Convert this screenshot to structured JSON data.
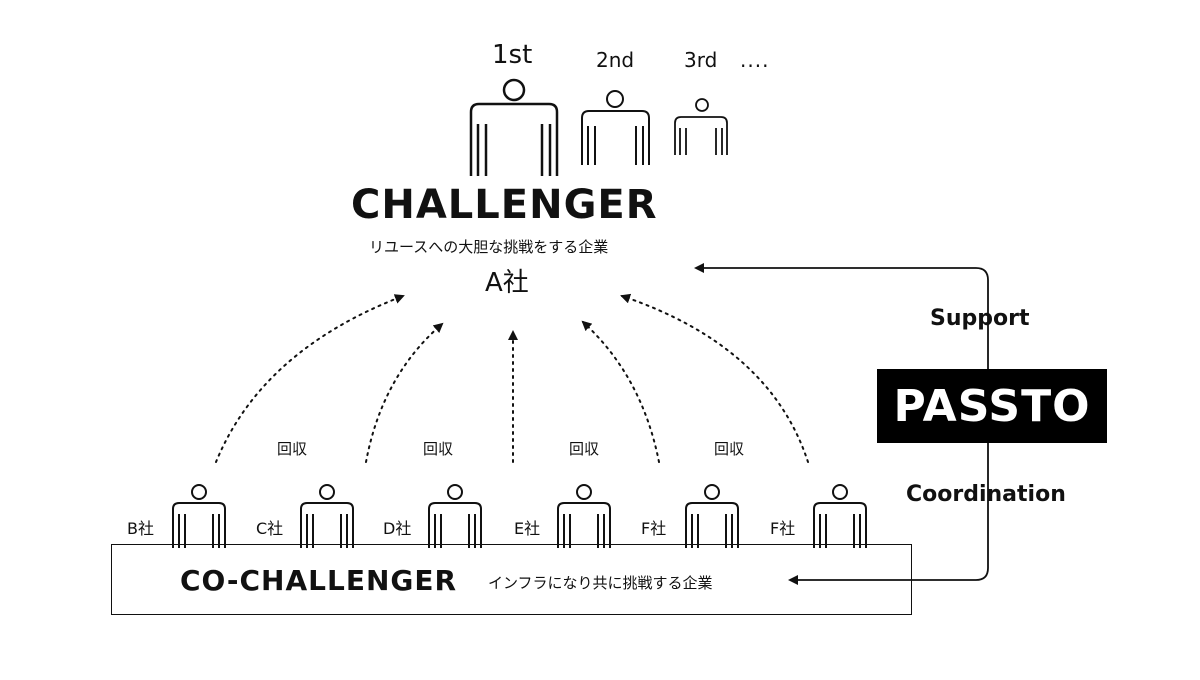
{
  "ranks": [
    "1st",
    "2nd",
    "3rd",
    "...."
  ],
  "challenger": {
    "title": "CHALLENGER",
    "subtitle": "リユースへの大胆な挑戦をする企業",
    "company": "A社"
  },
  "support_label": "Support",
  "passto_label": "PASSTO",
  "coordination_label": "Coordination",
  "collection_label": "回収",
  "co_challenger": {
    "title": "CO-CHALLENGER",
    "subtitle": "インフラになり共に挑戦する企業",
    "companies": [
      "B社",
      "C社",
      "D社",
      "E社",
      "F社",
      "F社"
    ]
  }
}
